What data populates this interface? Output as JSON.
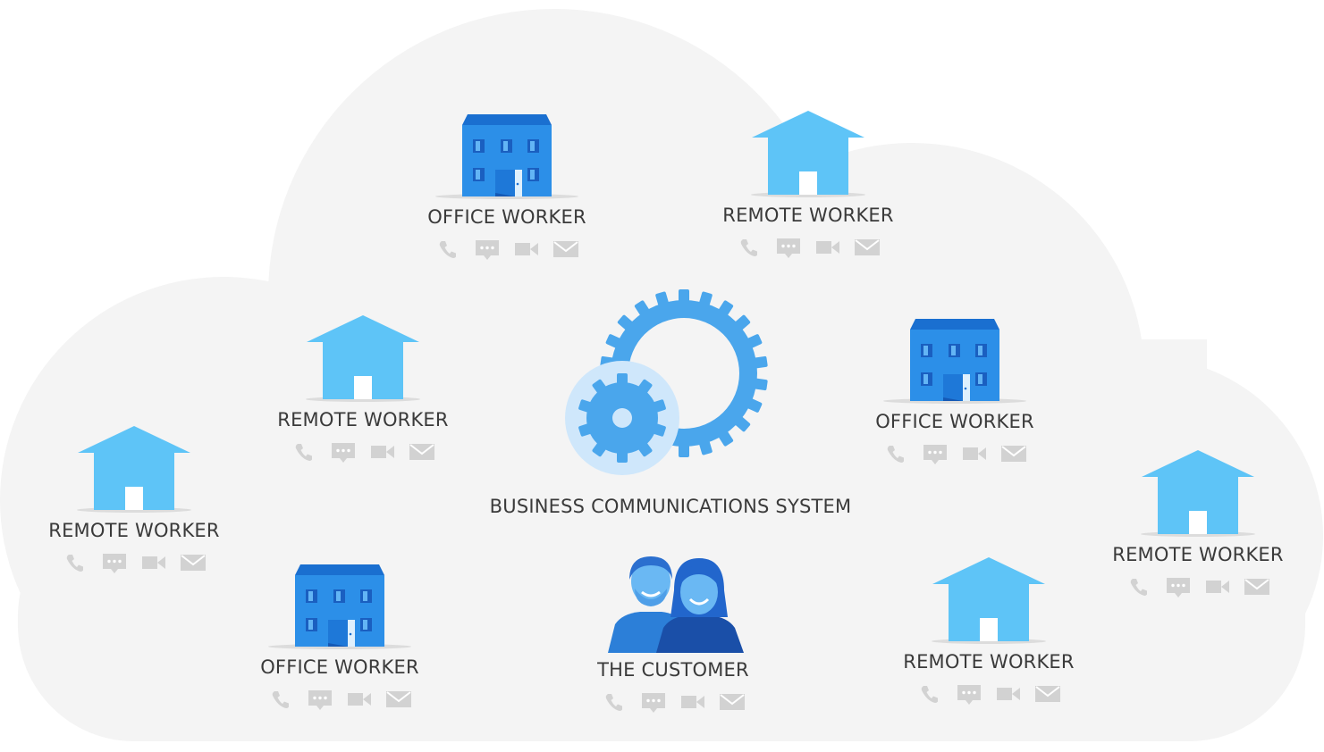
{
  "center": {
    "label": "BUSINESS COMMUNICATIONS SYSTEM",
    "icon": "gears-icon"
  },
  "nodes": [
    {
      "id": "office-1",
      "kind": "office",
      "label": "OFFICE WORKER"
    },
    {
      "id": "remote-1",
      "kind": "remote",
      "label": "REMOTE WORKER"
    },
    {
      "id": "remote-2",
      "kind": "remote",
      "label": "REMOTE WORKER"
    },
    {
      "id": "office-2",
      "kind": "office",
      "label": "OFFICE WORKER"
    },
    {
      "id": "remote-3",
      "kind": "remote",
      "label": "REMOTE WORKER"
    },
    {
      "id": "remote-4",
      "kind": "remote",
      "label": "REMOTE WORKER"
    },
    {
      "id": "office-3",
      "kind": "office",
      "label": "OFFICE WORKER"
    },
    {
      "id": "customer",
      "kind": "customer",
      "label": "THE CUSTOMER"
    },
    {
      "id": "remote-5",
      "kind": "remote",
      "label": "REMOTE WORKER"
    }
  ],
  "channels": [
    "phone-icon",
    "chat-icon",
    "video-icon",
    "email-icon"
  ],
  "colors": {
    "cloud": "#f4f4f4",
    "house": "#5ec4f7",
    "office": "#2c8fe8",
    "office_roof": "#1a6fd0",
    "gear": "#4aa6ec",
    "gear_circle": "#cfe7fb",
    "channel_icon": "#d2d2d2",
    "label": "#3a3a3a"
  }
}
